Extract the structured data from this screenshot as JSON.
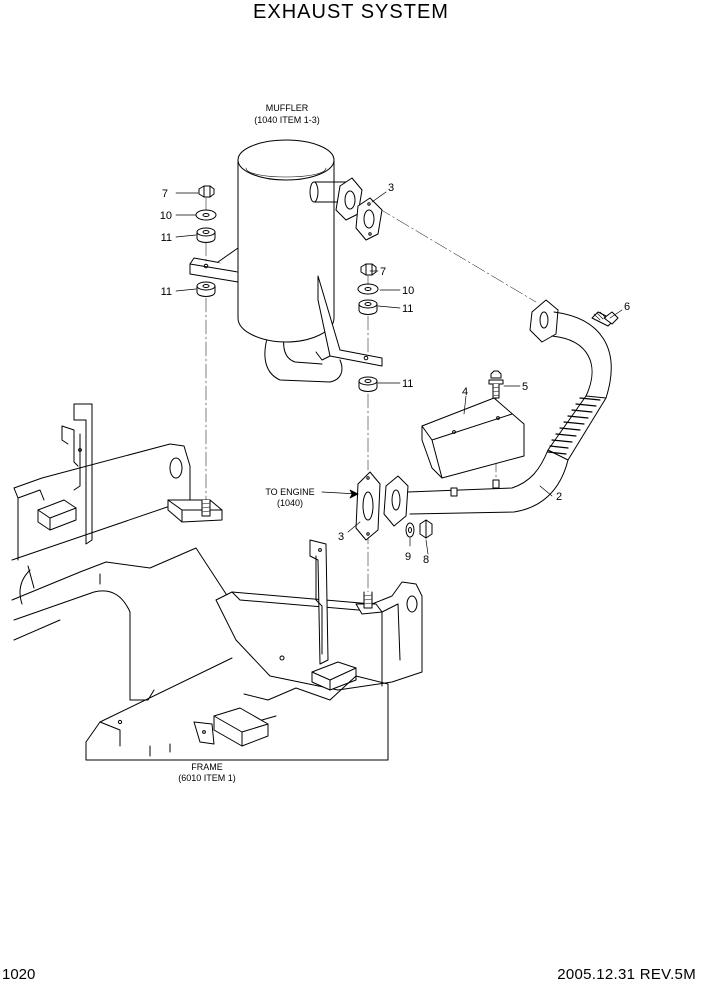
{
  "title": "EXHAUST SYSTEM",
  "page_number": "1020",
  "revision": "2005.12.31  REV.5M",
  "notes": {
    "muffler_line1": "MUFFLER",
    "muffler_line2": "(1040 ITEM 1-3)",
    "engine_line1": "TO ENGINE",
    "engine_line2": "(1040)",
    "frame_line1": "FRAME",
    "frame_line2": "(6010 ITEM 1)"
  },
  "callouts": {
    "c7a": "7",
    "c10a": "10",
    "c11a": "11",
    "c11b": "11",
    "c3a": "3",
    "c7b": "7",
    "c10b": "10",
    "c11c": "11",
    "c11d": "11",
    "c6": "6",
    "c5": "5",
    "c4": "4",
    "c2": "2",
    "c3b": "3",
    "c9": "9",
    "c8": "8"
  }
}
